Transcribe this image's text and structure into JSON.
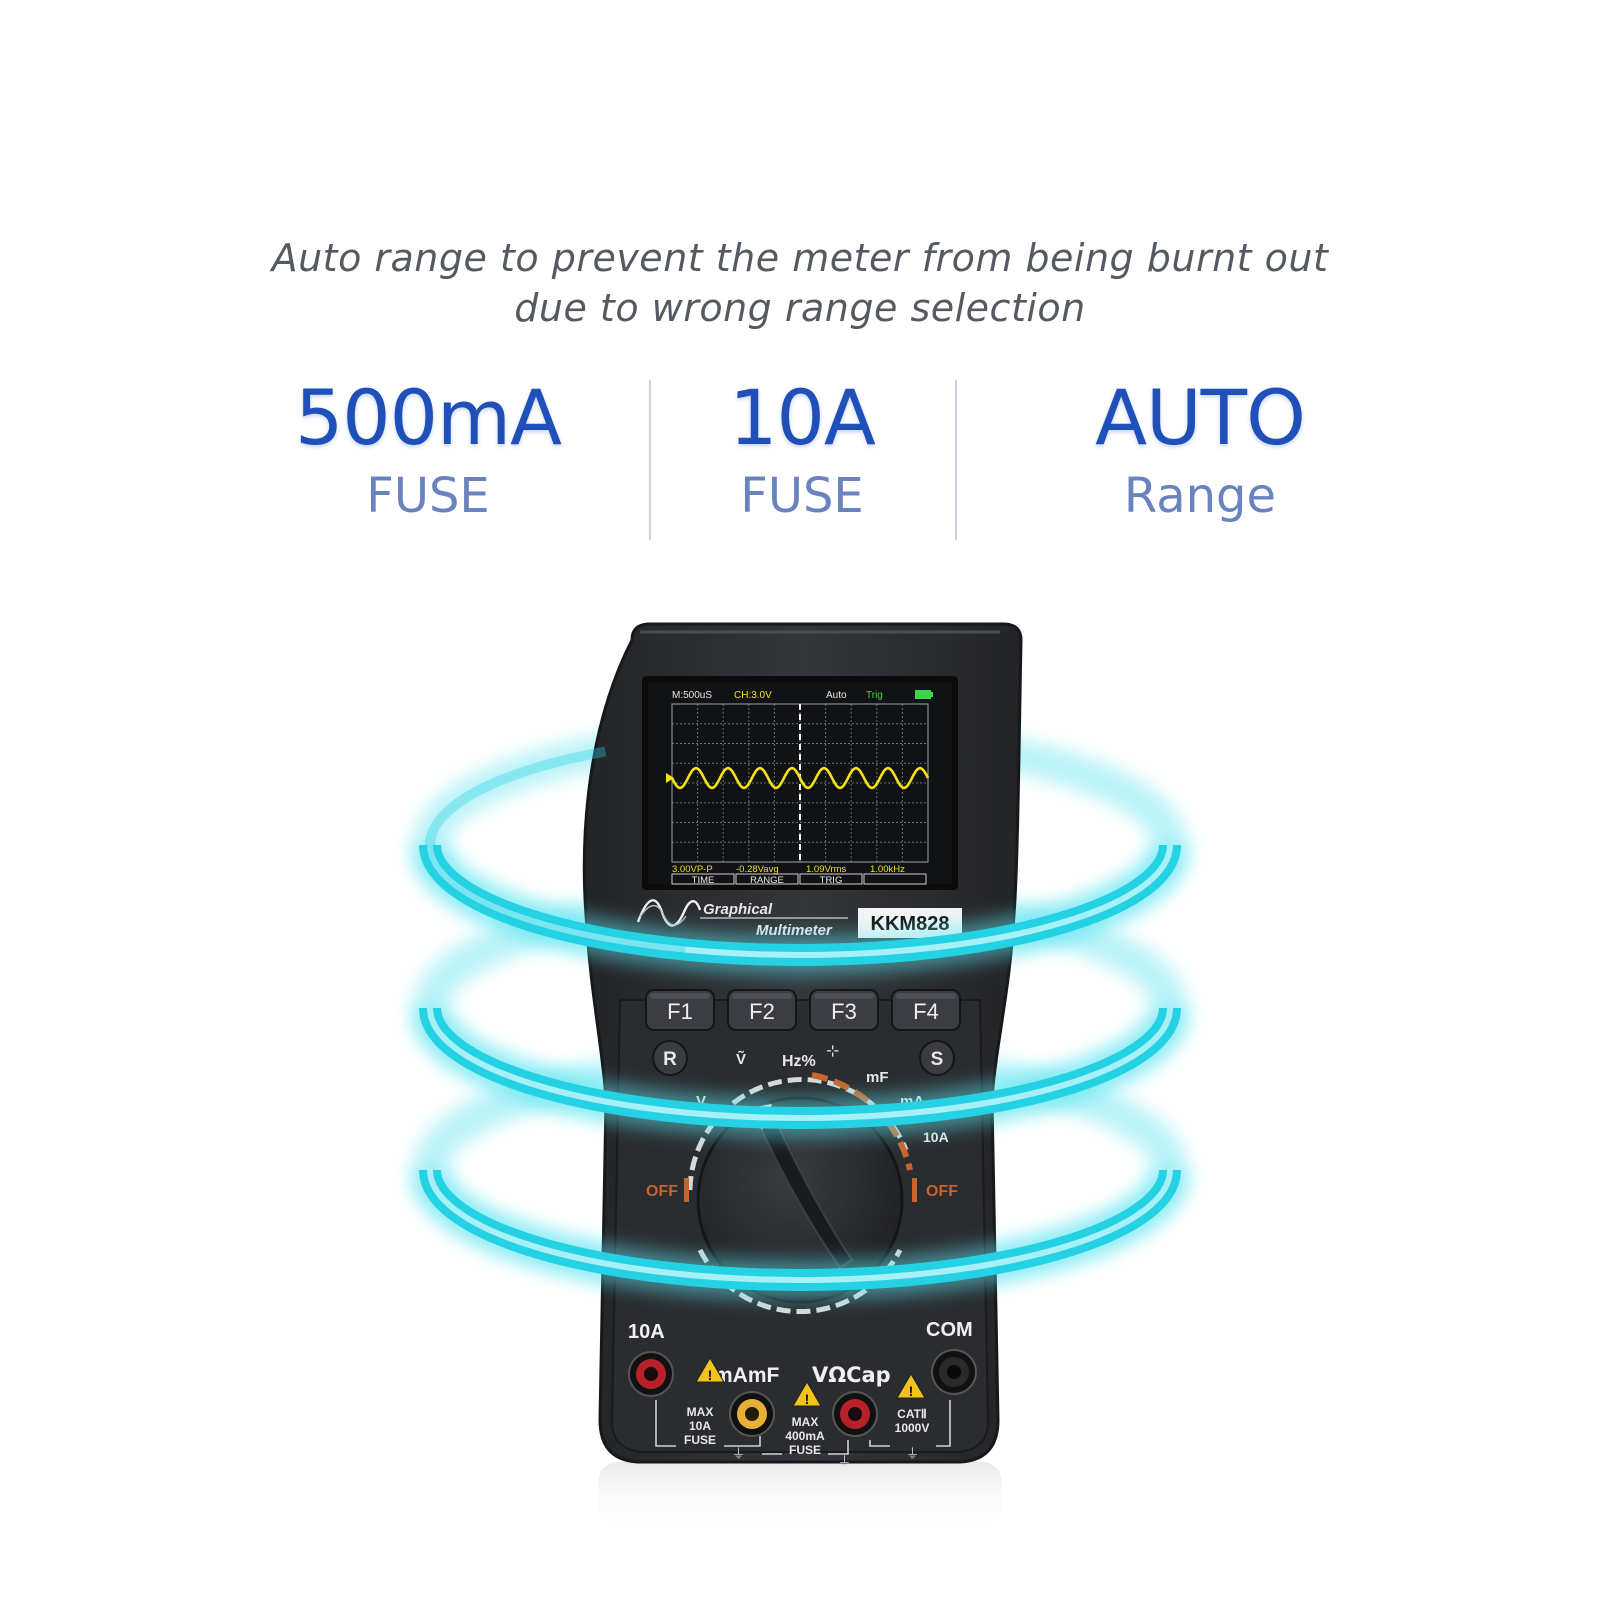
{
  "tagline": {
    "line1": "Auto range to prevent the meter from being burnt out",
    "line2": "due to wrong range selection"
  },
  "specs": [
    {
      "value": "500mA",
      "label": "FUSE"
    },
    {
      "value": "10A",
      "label": "FUSE"
    },
    {
      "value": "AUTO",
      "label": "Range"
    }
  ],
  "colors": {
    "accent_blue": "#1f4fb8",
    "ring_cyan": "#27d8e8",
    "body_dark": "#2b2d31",
    "screen_wave": "#f2e21a",
    "dial_orange": "#c8652c"
  },
  "meter": {
    "brand_line1": "Graphical",
    "brand_line2": "Multimeter",
    "model": "KKM828",
    "screen": {
      "timebase": "M:500uS",
      "channel": "CH:3.0V",
      "mode": "Auto",
      "trigger": "Trig",
      "readings": [
        "3.00VP-P",
        "-0.28Vavg",
        "1.09Vrms",
        "1.00kHz"
      ],
      "softkeys": [
        "TIME",
        "RANGE",
        "TRIG",
        ""
      ]
    },
    "function_keys": [
      "F1",
      "F2",
      "F3",
      "F4"
    ],
    "round_keys": [
      "R",
      "S"
    ],
    "dial_labels": {
      "hz": "Hz%",
      "mf": "mF",
      "ma": "mA",
      "ten_a": "10A",
      "off_left": "OFF",
      "off_right": "OFF"
    },
    "jacks": {
      "label_10a": "10A",
      "label_com": "COM",
      "label_mamf": "mAmF",
      "label_vocap": "VΩCap",
      "note_10a": [
        "MAX",
        "10A",
        "FUSE"
      ],
      "note_400ma": [
        "MAX",
        "400mA",
        "FUSE"
      ],
      "note_cat": [
        "CATⅡ",
        "1000V"
      ]
    }
  }
}
